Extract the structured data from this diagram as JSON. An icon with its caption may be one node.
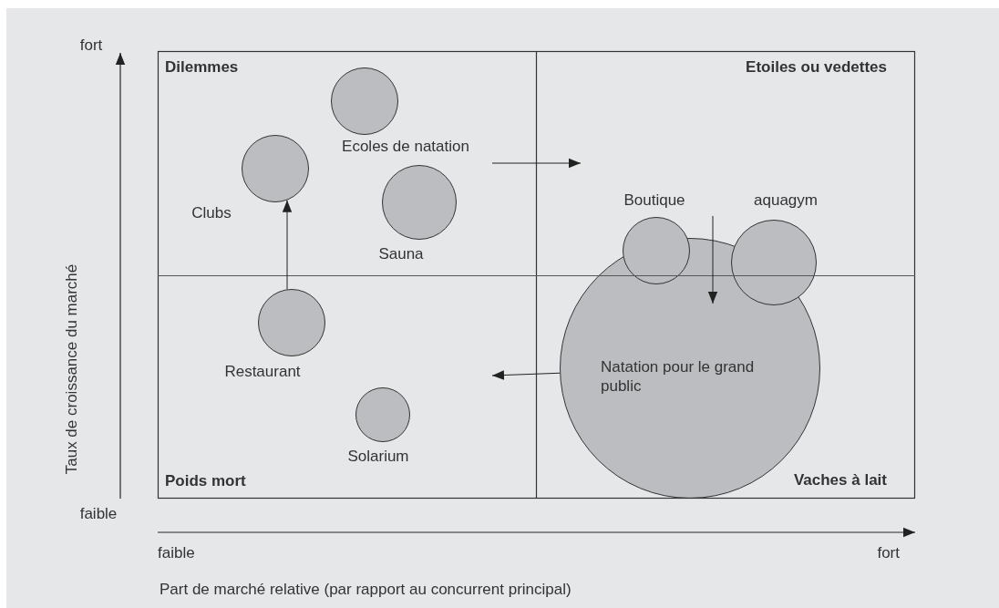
{
  "diagram": {
    "nodes": [
      {
        "text": [],
        "shape": "circle",
        "beside": [
          "Ecoles de natation"
        ]
      },
      {
        "text": [],
        "shape": "circle",
        "beside": [
          "Clubs"
        ]
      },
      {
        "text": [],
        "shape": "circle",
        "beside": [
          "Sauna"
        ]
      },
      {
        "text": [],
        "shape": "circle",
        "beside": [
          "Boutique"
        ]
      },
      {
        "text": [],
        "shape": "circle",
        "beside": [
          "aquagym"
        ]
      },
      {
        "text": [
          "Natation pour le grand public"
        ]
      },
      {
        "text": [],
        "shape": "circle",
        "beside": [
          "Restaurant"
        ]
      },
      {
        "text": [],
        "shape": "circle",
        "beside": [
          "Solarium"
        ]
      }
    ],
    "edges": [
      {
        "from": 6,
        "to": 1,
        "arrow": "to"
      },
      {
        "from": 5,
        "to": null,
        "arrow": "to"
      }
    ],
    "labels": [
      "fort",
      "Dilemmes",
      "Etoiles ou vedettes",
      "Taux de croissance du marché",
      "Poids mort",
      "Vaches à lait",
      "faible",
      "faible",
      "fort",
      "Part de marché relative (par rapport au concurrent principal)"
    ]
  }
}
